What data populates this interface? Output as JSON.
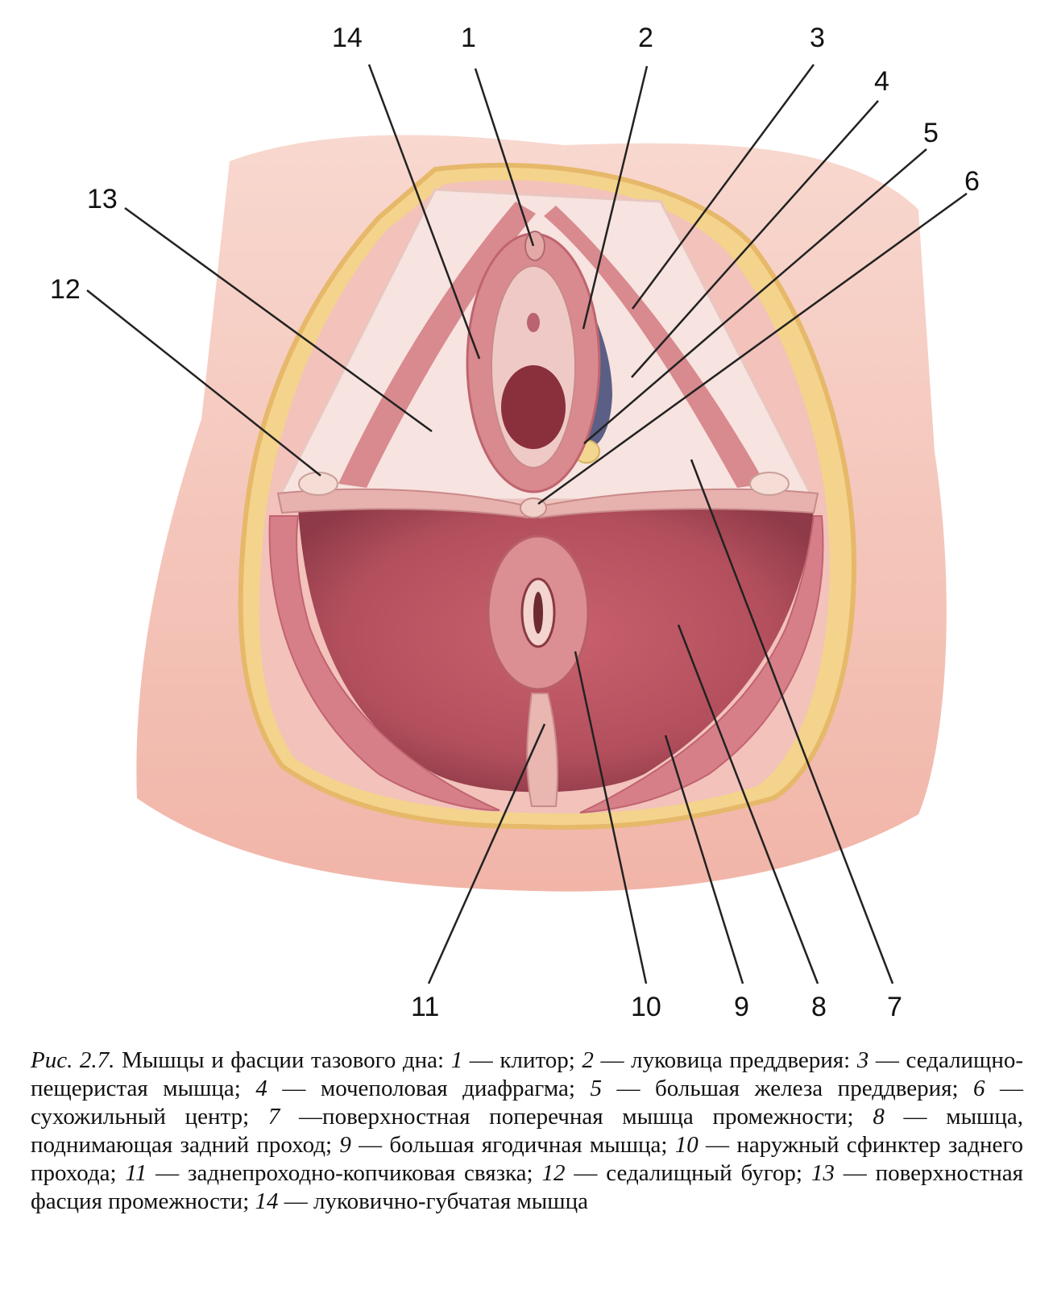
{
  "figure": {
    "labels": [
      {
        "num": "1",
        "name": "клитор"
      },
      {
        "num": "2",
        "name": "луковица преддверия"
      },
      {
        "num": "3",
        "name": "седалищно-пещеристая мышца"
      },
      {
        "num": "4",
        "name": "мочеполовая диафрагма"
      },
      {
        "num": "5",
        "name": "большая железа преддверия"
      },
      {
        "num": "6",
        "name": "сухожильный центр"
      },
      {
        "num": "7",
        "name": "поверхностная поперечная мышца промежности"
      },
      {
        "num": "8",
        "name": "мышца, поднимающая задний проход"
      },
      {
        "num": "9",
        "name": "большая ягодичная мышца"
      },
      {
        "num": "10",
        "name": "наружный сфинктер заднего прохода"
      },
      {
        "num": "11",
        "name": "заднепроходно-копчиковая связка"
      },
      {
        "num": "12",
        "name": "седалищный бугор"
      },
      {
        "num": "13",
        "name": "поверхностная фасция промежности"
      },
      {
        "num": "14",
        "name": "луковично-губчатая мышца"
      }
    ]
  },
  "caption": {
    "fig_ref": "Рис. 2.7.",
    "title": "Мышцы и фасции тазового дна:",
    "items": [
      {
        "n": "1",
        "t": "клитор;"
      },
      {
        "n": "2",
        "t": "луковица преддверия:"
      },
      {
        "n": "3",
        "t": "седалищно-пещеристая мышца;"
      },
      {
        "n": "4",
        "t": "мочеполовая диафрагма;"
      },
      {
        "n": "5",
        "t": "большая железа преддверия;"
      },
      {
        "n": "6",
        "t": "сухожильный центр;"
      },
      {
        "n": "7",
        "t": "поверхностная поперечная мышца промежности;"
      },
      {
        "n": "8",
        "t": "мышца, поднимающая задний проход;"
      },
      {
        "n": "9",
        "t": "большая ягодичная мышца;"
      },
      {
        "n": "10",
        "t": "наружный сфинктер заднего прохода;"
      },
      {
        "n": "11",
        "t": "заднепроходно-копчиковая связка;"
      },
      {
        "n": "12",
        "t": "седалищный бугор;"
      },
      {
        "n": "13",
        "t": "поверхностная фасция промежности;"
      },
      {
        "n": "14",
        "t": "луковично-губчатая мышца"
      }
    ]
  },
  "colors": {
    "skin": "#f4c3b6",
    "muscle": "#d9848a",
    "muscle_dark": "#b5545f",
    "fat": "#f3d690",
    "membrane": "#f7e3df",
    "cavity": "#7a2a35",
    "bulb": "#5b5f86"
  }
}
